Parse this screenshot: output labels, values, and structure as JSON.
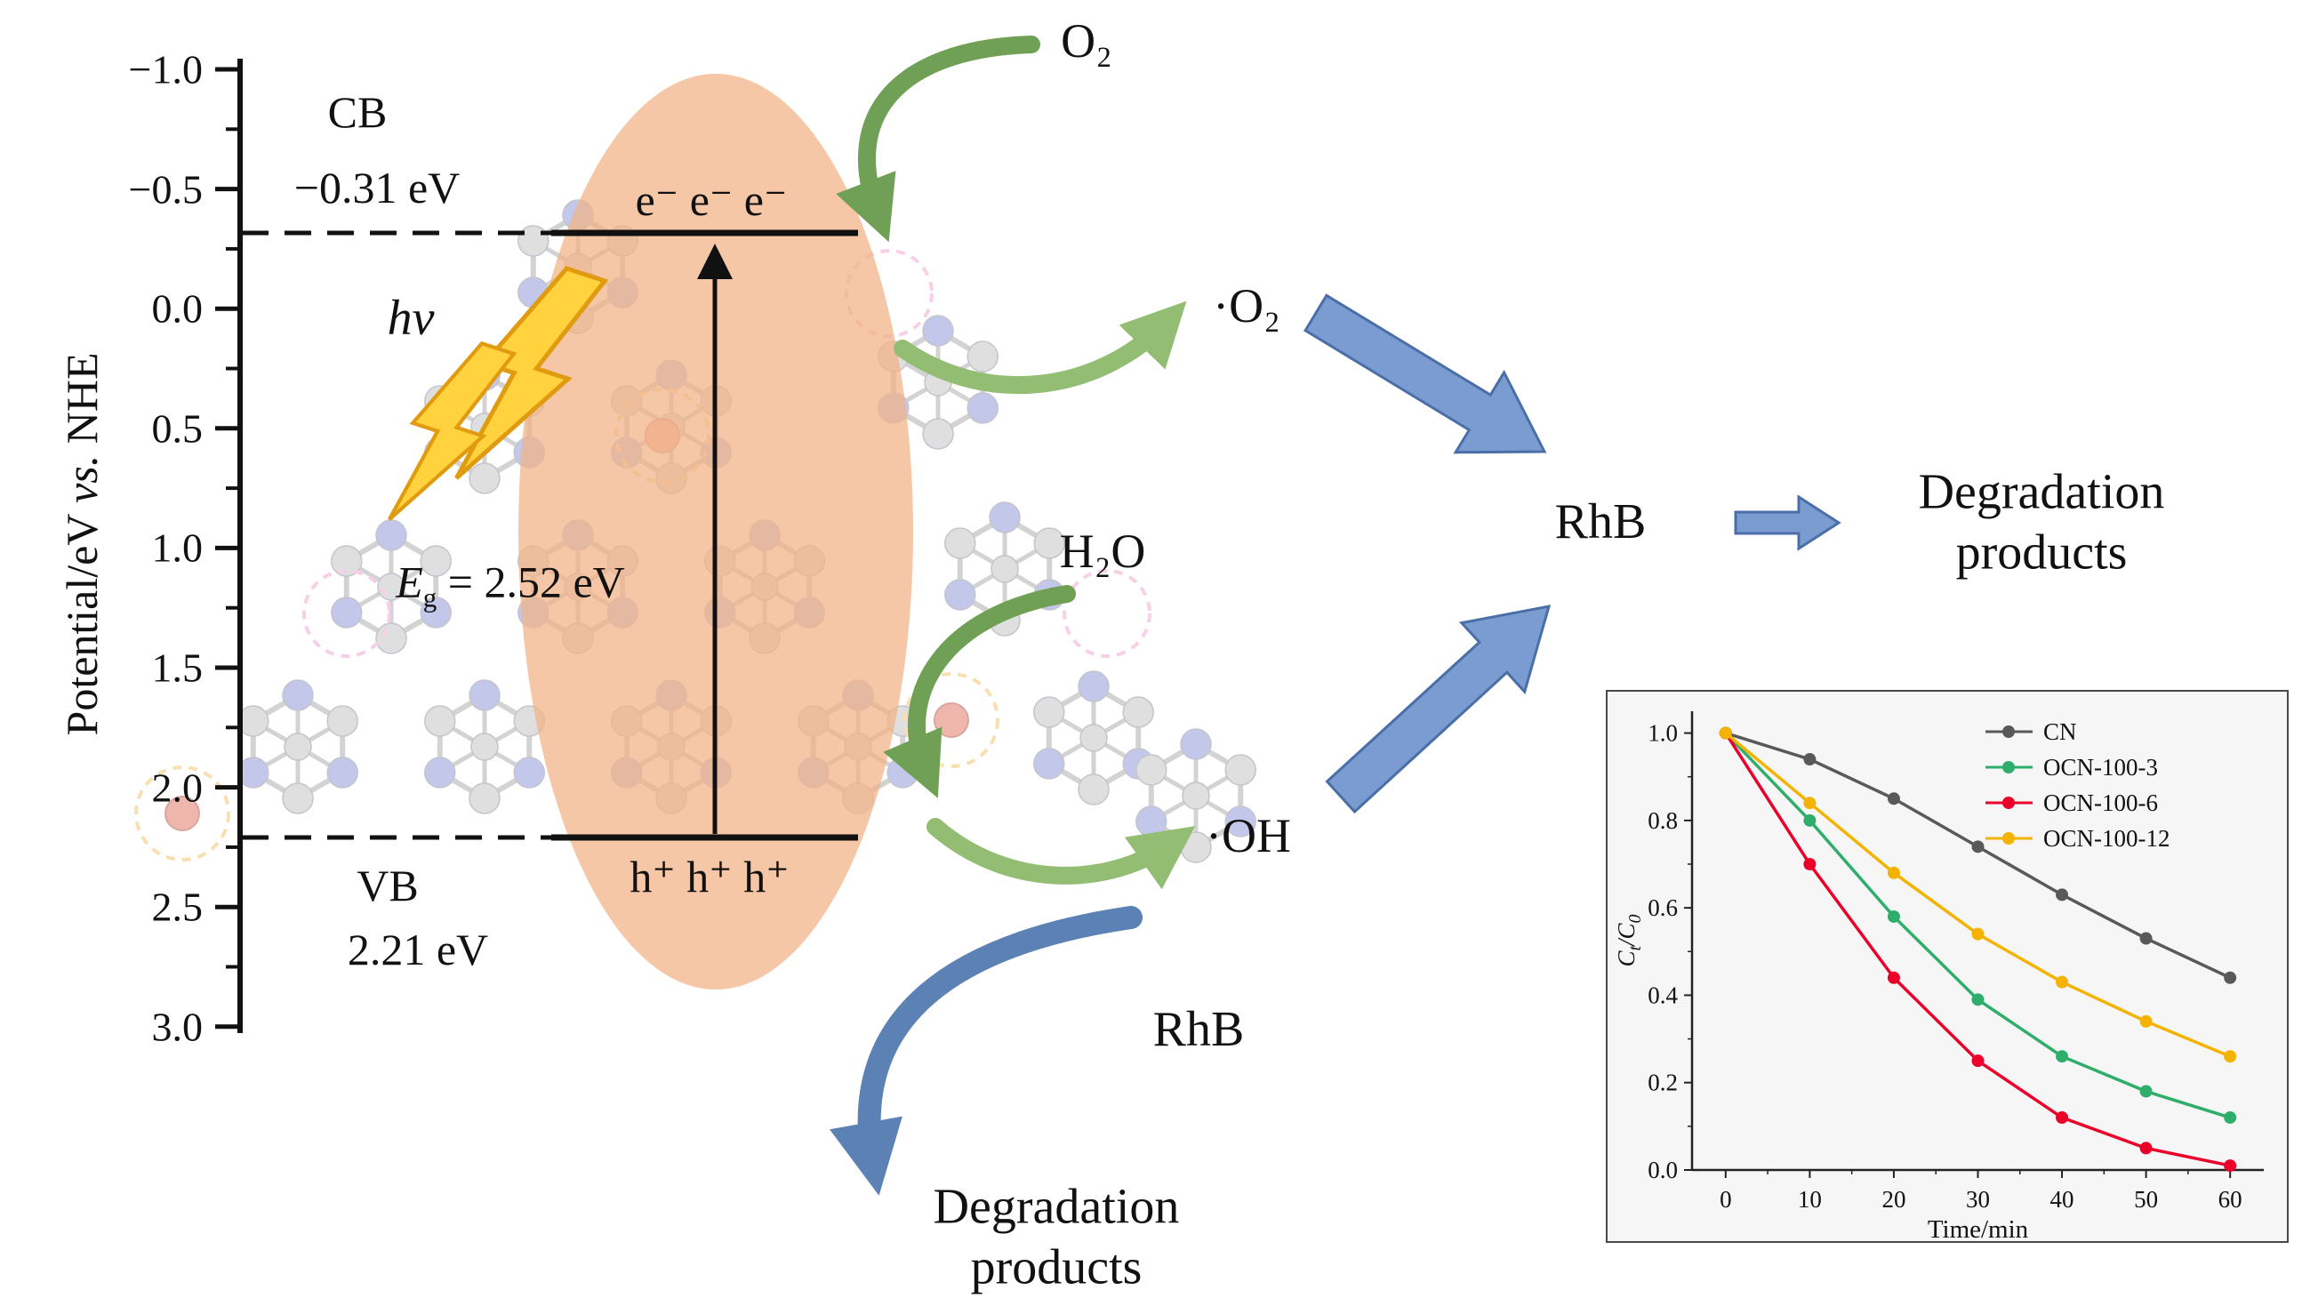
{
  "figure": {
    "band_axis": {
      "label_parts": [
        "Potential/eV ",
        "vs.",
        " NHE"
      ],
      "ticks": [
        "−1.0",
        "−0.5",
        "0.0",
        "0.5",
        "1.0",
        "1.5",
        "2.0",
        "2.5",
        "3.0"
      ]
    },
    "bands": {
      "cb_label": "CB",
      "cb_value": "−0.31 eV",
      "vb_label": "VB",
      "vb_value": "2.21 eV",
      "electrons": "e⁻  e⁻  e⁻",
      "holes": "h⁺  h⁺  h⁺",
      "hv": "hν",
      "eg_symbol": "E",
      "eg_subscript": "g",
      "eg_value": " = 2.52 eV"
    },
    "species": {
      "o2": "O₂",
      "superoxide": "·O₂",
      "h2o": "H₂O",
      "hydroxyl": "·OH",
      "rhb_right": "RhB",
      "rhb_bottom": "RhB"
    },
    "products_right": [
      "Degradation",
      "products"
    ],
    "products_bottom": [
      "Degradation",
      "products"
    ],
    "colors": {
      "ellipse": "#f2b185",
      "lightning": "#ffd23e",
      "green_arrow_dark": "#6fa055",
      "green_arrow_light": "#93bd73",
      "blue_arrow_fill": "#7b9cd0",
      "blue_arrow_stroke": "#4a6fa8",
      "atom_blue": "#8892d8",
      "atom_gray": "#c0c0c0",
      "atom_red": "#e07060"
    }
  },
  "chart_data": {
    "type": "line",
    "x": [
      0,
      10,
      20,
      30,
      40,
      50,
      60
    ],
    "series": [
      {
        "name": "CN",
        "color": "#595959",
        "values": [
          1.0,
          0.94,
          0.85,
          0.74,
          0.63,
          0.53,
          0.44
        ]
      },
      {
        "name": "OCN-100-3",
        "color": "#2fae6b",
        "values": [
          1.0,
          0.8,
          0.58,
          0.39,
          0.26,
          0.18,
          0.12
        ]
      },
      {
        "name": "OCN-100-6",
        "color": "#ea0029",
        "values": [
          1.0,
          0.7,
          0.44,
          0.25,
          0.12,
          0.05,
          0.01
        ]
      },
      {
        "name": "OCN-100-12",
        "color": "#f5b301",
        "values": [
          1.0,
          0.84,
          0.68,
          0.54,
          0.43,
          0.34,
          0.26
        ]
      }
    ],
    "xlabel": "Time/min",
    "ylabel": "Ct/C0",
    "ylabel_parts": [
      {
        "t": "C",
        "sub": false
      },
      {
        "t": "t",
        "sub": true
      },
      {
        "t": "/C",
        "sub": false
      },
      {
        "t": "0",
        "sub": true
      }
    ],
    "xlim": [
      -4,
      64
    ],
    "ylim": [
      0,
      1.05
    ],
    "xticks": [
      0,
      10,
      20,
      30,
      40,
      50,
      60
    ],
    "yticks": [
      "0.0",
      "0.2",
      "0.4",
      "0.6",
      "0.8",
      "1.0"
    ],
    "legend_position": "top-right",
    "grid": false
  }
}
